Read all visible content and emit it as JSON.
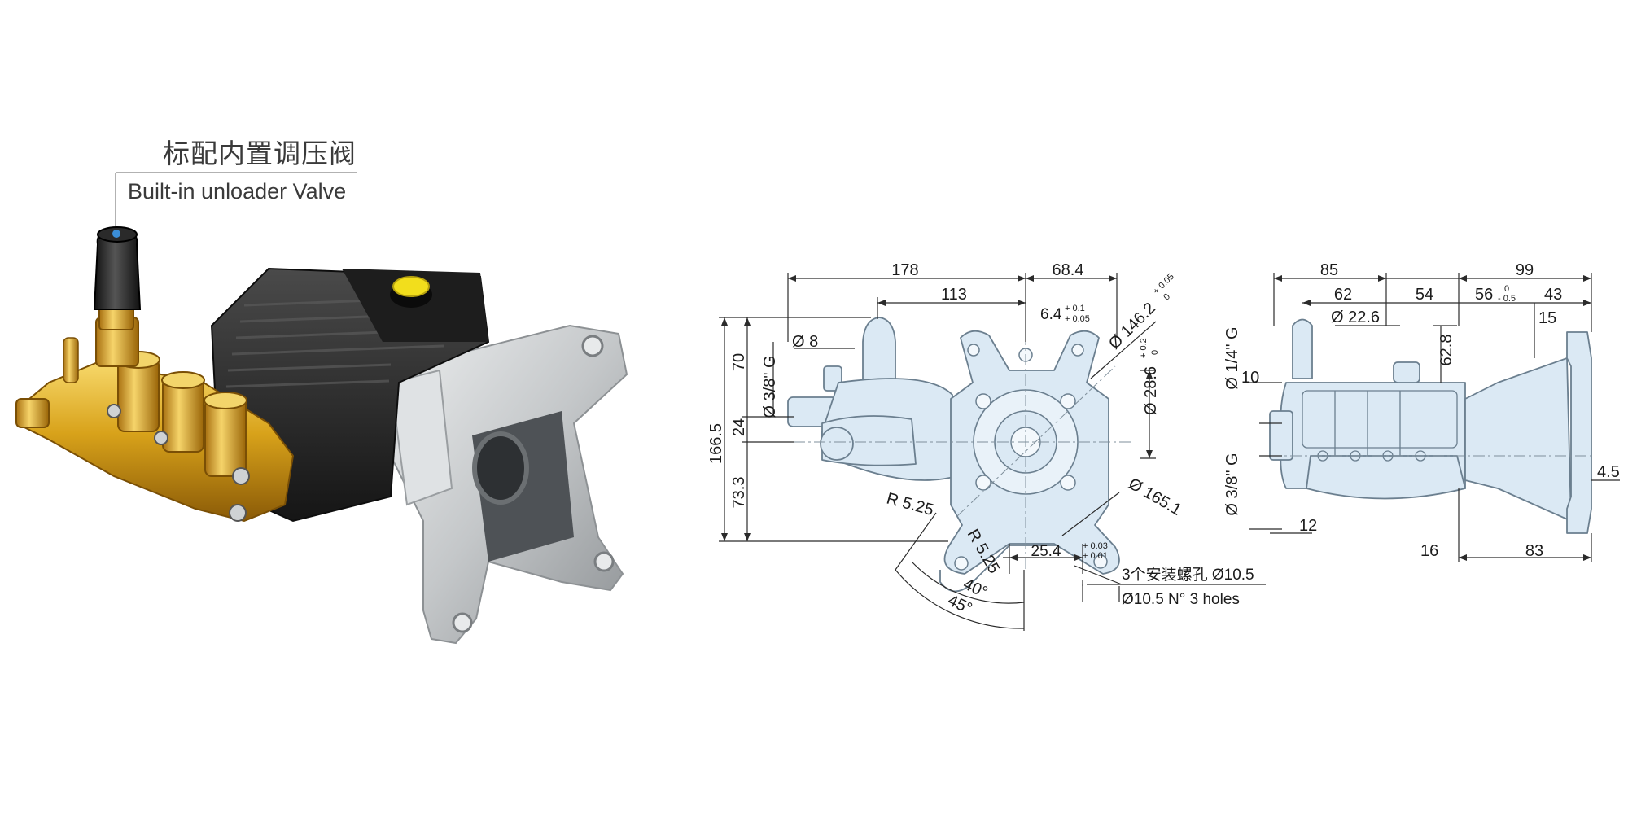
{
  "callout": {
    "title_cn": "标配内置调压阀",
    "title_en": "Built-in unloader Valve"
  },
  "colors": {
    "drawing_fill": "#dbe9f4",
    "drawing_stroke": "#6b7f8f",
    "dim_line": "#2b2b2b",
    "brass": "#d8a21a",
    "housing": "#262626",
    "flange": "#c7c9cb",
    "cap_yellow": "#f2de1c",
    "valve_dot": "#3b8ed8"
  },
  "icons": [
    "pump-photo",
    "pump-front-view-drawing",
    "pump-side-view-drawing"
  ],
  "front_view": {
    "dims": {
      "w178": "178",
      "w68_4": "68.4",
      "w113": "113",
      "d6_4": "6.4",
      "d6_4_tol_upper": "+ 0.1",
      "d6_4_tol_lower": "+ 0.05",
      "dia146_2": "Ø 146.2",
      "dia146_2_tol_upper": "+ 0.05",
      "dia146_2_tol_lower": "0",
      "dia28_6": "Ø 28.6",
      "dia28_6_tol_upper": "+ 0.2",
      "dia28_6_tol_lower": "0",
      "dia165_1": "Ø 165.1",
      "h166_5": "166.5",
      "h70": "70",
      "h24": "24",
      "h73_3": "73.3",
      "port_3_8g": "Ø 3/8\" G",
      "dia8": "Ø 8",
      "r5_25_left": "R 5.25",
      "r5_25_bottom": "R 5.25",
      "angle40": "40°",
      "angle45": "45°",
      "w25_4": "25.4",
      "w25_4_tol_upper": "+ 0.03",
      "w25_4_tol_lower": "+ 0.01",
      "holes_cn": "3个安装螺孔 Ø10.5",
      "holes_en": "Ø10.5 N° 3 holes"
    }
  },
  "side_view": {
    "dims": {
      "w85": "85",
      "w99": "99",
      "w62": "62",
      "w54": "54",
      "w56": "56",
      "w56_tol_upper": "0",
      "w56_tol_lower": "- 0.5",
      "w43": "43",
      "w15": "15",
      "dia22_6": "Ø 22.6",
      "h62_8": "62.8",
      "port_1_4g": "Ø 1/4\" G",
      "d10": "10",
      "port_3_8g": "Ø 3/8\" G",
      "d12": "12",
      "d4_5": "4.5",
      "w16": "16",
      "w83": "83"
    }
  }
}
